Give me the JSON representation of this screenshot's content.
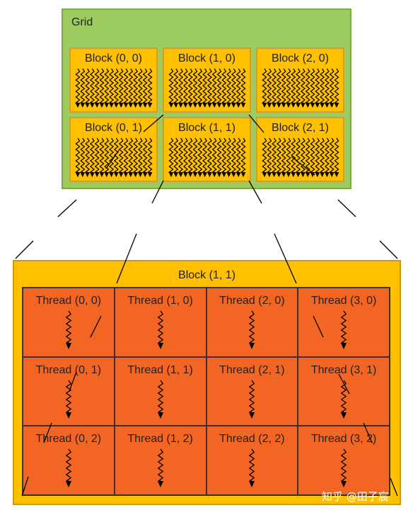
{
  "grid": {
    "title": "Grid",
    "blocks": [
      {
        "label": "Block (0, 0)"
      },
      {
        "label": "Block (1, 0)"
      },
      {
        "label": "Block (2, 0)"
      },
      {
        "label": "Block (0, 1)"
      },
      {
        "label": "Block (1, 1)"
      },
      {
        "label": "Block (2, 1)"
      }
    ]
  },
  "detail": {
    "title": "Block (1, 1)",
    "threads": [
      [
        "Thread (0, 0)",
        "Thread (1, 0)",
        "Thread (2, 0)",
        "Thread (3, 0)"
      ],
      [
        "Thread (0, 1)",
        "Thread (1, 1)",
        "Thread (2, 1)",
        "Thread (3, 1)"
      ],
      [
        "Thread (0, 2)",
        "Thread (1, 2)",
        "Thread (2, 2)",
        "Thread (3, 2)"
      ]
    ]
  },
  "watermark": "知乎 @田子宸",
  "colors": {
    "grid_fill": "#9ccc5f",
    "block_fill": "#ffc000",
    "thread_fill": "#f26522"
  }
}
